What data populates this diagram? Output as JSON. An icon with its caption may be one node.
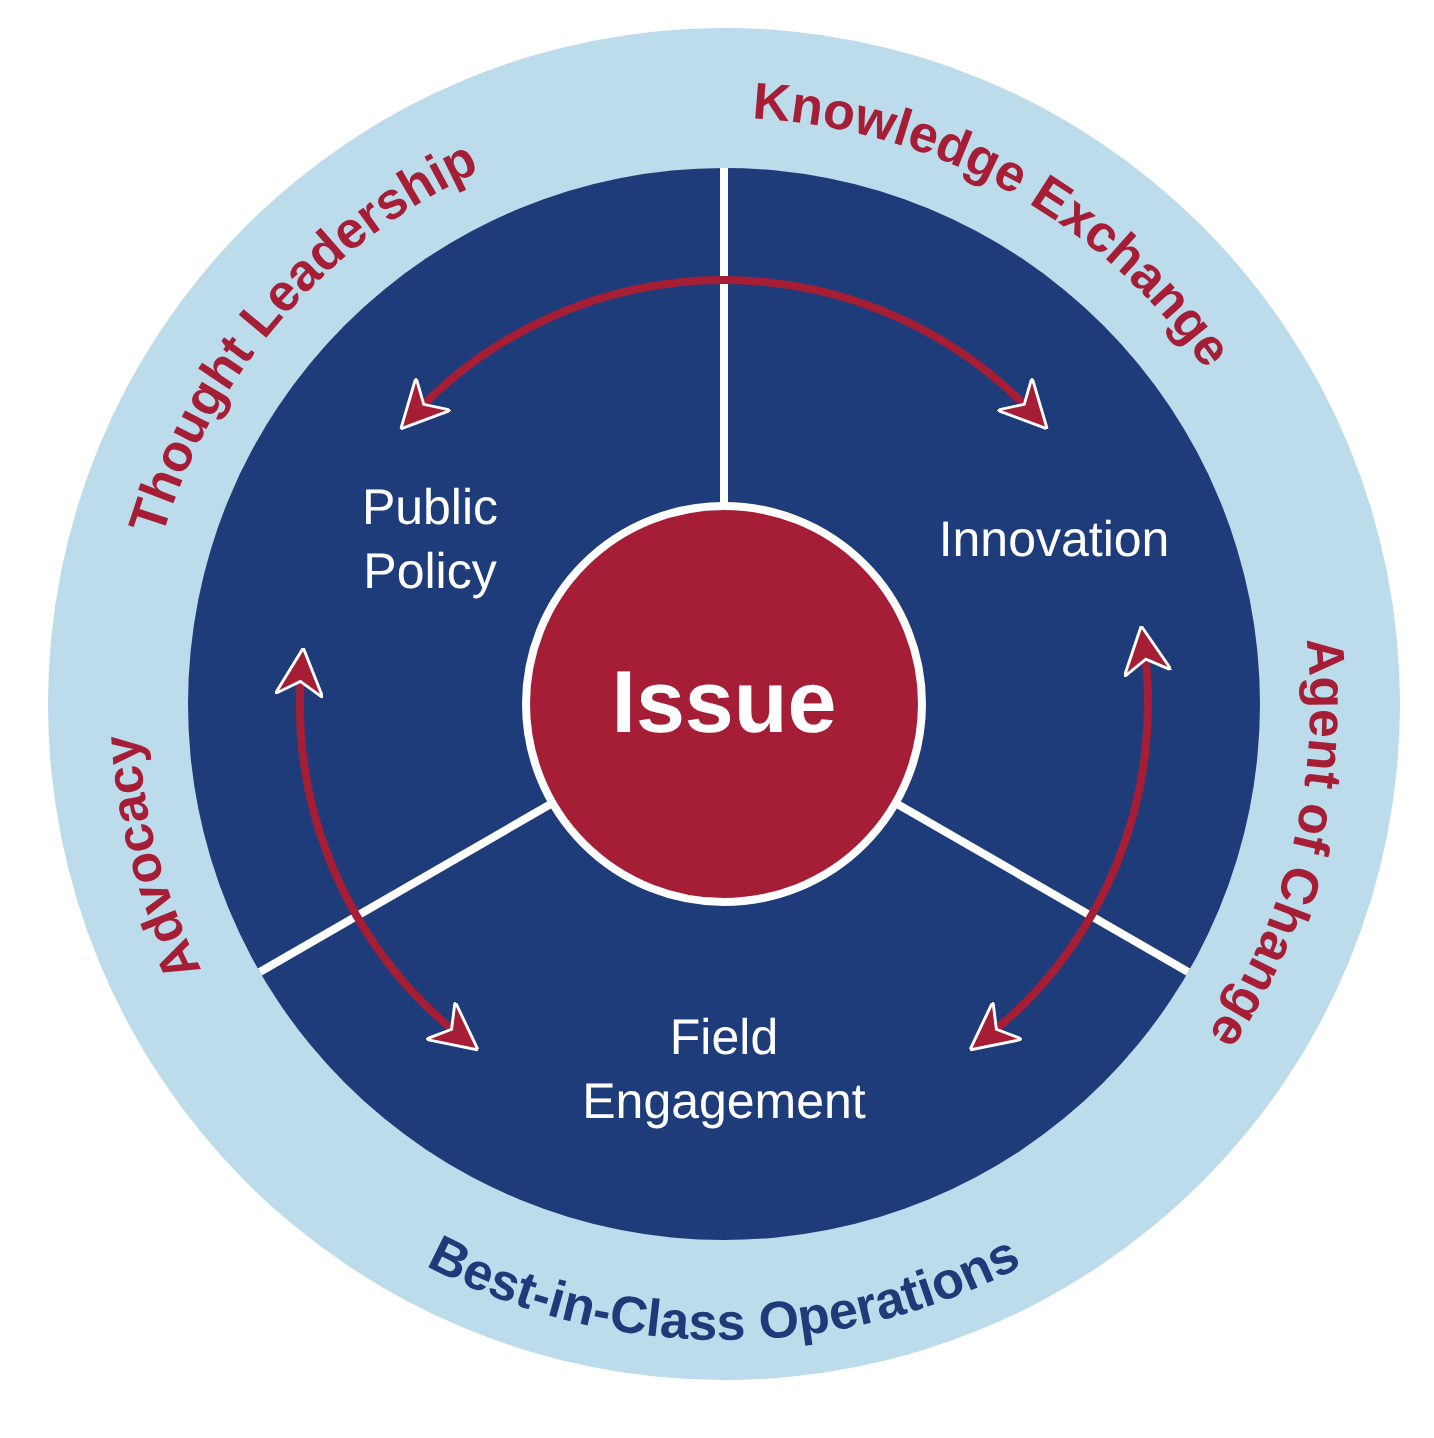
{
  "diagram": {
    "nodes": [
      {
        "text": [
          "Thought Leadership",
          "Knowledge Exchange",
          "Agent of Change",
          "Best-in-Class Operations",
          "Advocacy"
        ]
      },
      {
        "text": [
          "Public Policy"
        ],
        "in": 0
      },
      {
        "text": [
          "Innovation"
        ],
        "in": 0
      },
      {
        "text": [
          "Field Engagement"
        ],
        "in": 0
      },
      {
        "text": [
          "Issue"
        ],
        "in": 0
      }
    ],
    "edges": [
      {
        "from": 1,
        "to": 2,
        "arrow": "both"
      },
      {
        "from": 1,
        "to": 3,
        "arrow": "both"
      },
      {
        "from": 2,
        "to": 3,
        "arrow": "both"
      }
    ]
  }
}
